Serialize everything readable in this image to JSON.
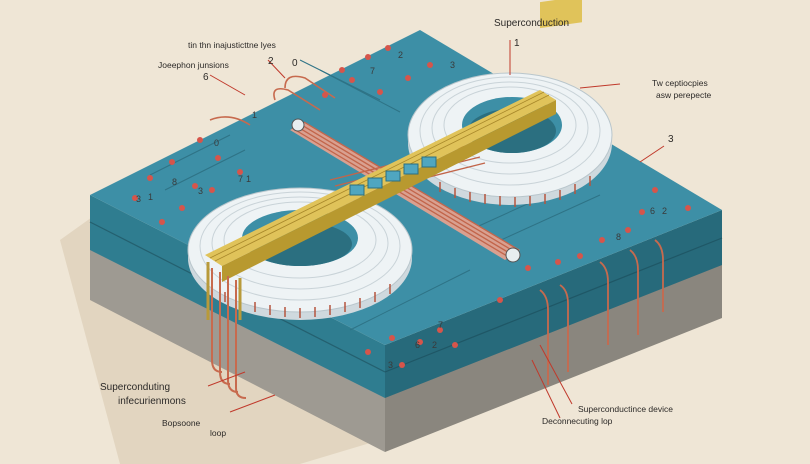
{
  "labels": {
    "top_center": "Superconduction",
    "top_center_num": "1",
    "top_left": "tin thn inajusticttne lyes",
    "josephson": "Joeephon junsions",
    "josephson_num2": "2",
    "josephson_num0": "0",
    "josephson_num6": "6",
    "right_top_line1": "Tw ceptiocpies",
    "right_top_line2": "asw perepecte",
    "right_num": "3",
    "bottom_left_line1": "Superconduting",
    "bottom_left_line2": "infecurienmons",
    "bottom_left_line3": "Bopsoone",
    "bottom_left_line4": "loop",
    "bottom_right_line1": "Superconductince device",
    "bottom_right_line2": "Deconnecuting lop"
  },
  "board_numbers": {
    "top_row": [
      "2",
      "7",
      "3"
    ],
    "left_group": [
      "1",
      "0",
      "8",
      "3",
      "1",
      "3"
    ],
    "center_small": [
      "7",
      "1"
    ],
    "front_group": [
      "7",
      "6",
      "2",
      "3"
    ],
    "right_group": [
      "6",
      "2",
      "8"
    ]
  },
  "colors": {
    "background": "#efe6d6",
    "board_top": "#3d8fa6",
    "board_side": "#2b6f80",
    "base": "#a8a49c",
    "coil": "#e6edf0",
    "gold": "#d9b94a",
    "wire": "#c76a4e",
    "junction": "#d6554b"
  }
}
